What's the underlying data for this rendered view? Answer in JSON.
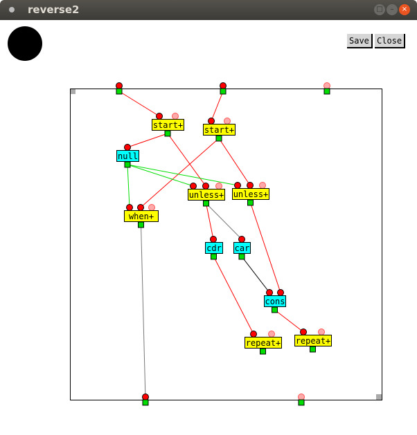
{
  "window": {
    "title": "reverse2"
  },
  "toolbar": {
    "save_label": "Save",
    "close_label": "Close"
  },
  "colors": {
    "yellow": "#ffff00",
    "cyan": "#00ffff",
    "port_red": "#ff0000",
    "port_pink": "#ffaaaa",
    "port_green": "#00dd00"
  },
  "nodes": [
    {
      "id": "start1",
      "label": "start+",
      "kind": "yellow"
    },
    {
      "id": "start2",
      "label": "start+",
      "kind": "yellow"
    },
    {
      "id": "null",
      "label": "null",
      "kind": "cyan"
    },
    {
      "id": "unless1",
      "label": "unless+",
      "kind": "yellow"
    },
    {
      "id": "unless2",
      "label": "unless+",
      "kind": "yellow"
    },
    {
      "id": "when",
      "label": "when+",
      "kind": "yellow"
    },
    {
      "id": "cdr",
      "label": "cdr",
      "kind": "cyan"
    },
    {
      "id": "car",
      "label": "car",
      "kind": "cyan"
    },
    {
      "id": "cons",
      "label": "cons",
      "kind": "cyan"
    },
    {
      "id": "repeat1",
      "label": "repeat+",
      "kind": "yellow"
    },
    {
      "id": "repeat2",
      "label": "repeat+",
      "kind": "yellow"
    }
  ]
}
